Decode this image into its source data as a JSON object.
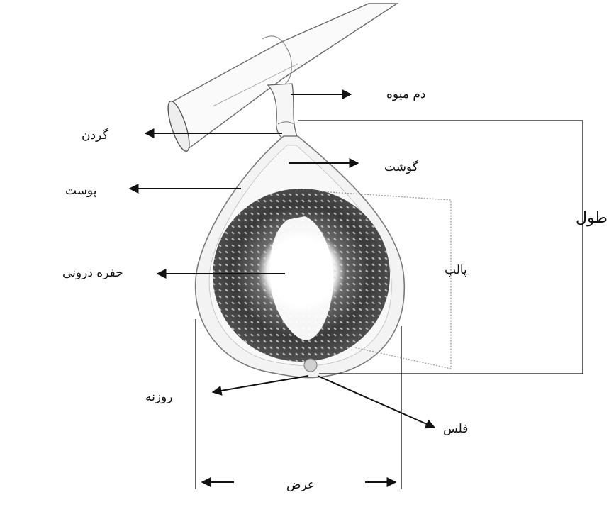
{
  "labels": {
    "stem": "دم میوه",
    "neck": "گردن",
    "flesh": "گوشت",
    "skin": "پوست",
    "pulp": "پالپ",
    "length": "طول",
    "inner_cavity": "حفره درونی",
    "ostiole": "روزنه",
    "scale": "فلس",
    "width": "عرض"
  },
  "colors": {
    "line": "#111111",
    "outline": "#7a7a7a",
    "pulp_dark": "#3a3a3a",
    "flesh": "#f2f2f2"
  }
}
